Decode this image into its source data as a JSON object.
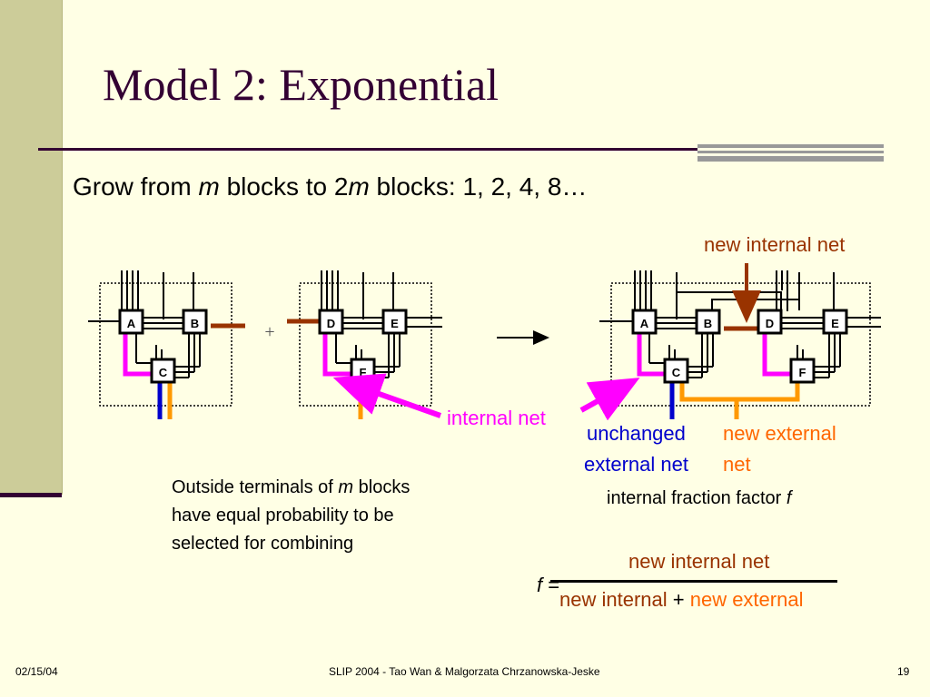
{
  "title": "Model 2: Exponential",
  "subtitle": {
    "part1": "Grow from ",
    "m": "m",
    "part2": " blocks to 2",
    "m2": "m",
    "part3": " blocks: 1, 2, 4, 8…"
  },
  "diagram": {
    "blocks_left": [
      "A",
      "B",
      "C"
    ],
    "blocks_middle": [
      "D",
      "E",
      "F"
    ],
    "blocks_right": [
      "A",
      "B",
      "C",
      "D",
      "E",
      "F"
    ],
    "plus": "+"
  },
  "labels": {
    "new_internal_net": "new internal net",
    "internal_net": "internal net",
    "unchanged_line1": "unchanged",
    "unchanged_line2": "external net",
    "new_external_line1": "new external",
    "new_external_line2": "net"
  },
  "description": {
    "text1": "Outside terminals of ",
    "m": "m",
    "text2": " blocks have equal probability to be selected for combining"
  },
  "formula": {
    "caption": "internal fraction factor ",
    "caption_var": "f",
    "lhs_var": "f",
    "lhs_eq": " =",
    "numerator": "new internal net",
    "denominator_a": "new internal",
    "denominator_plus": " + ",
    "denominator_b": "new external"
  },
  "footer": {
    "date": "02/15/04",
    "center": "SLIP 2004  - Tao Wan & Malgorzata Chrzanowska-Jeske",
    "page": "19"
  },
  "colors": {
    "background": "#ffffe5",
    "left_bar": "#cccc99",
    "title": "#330033",
    "magenta": "#ff00ff",
    "blue": "#0000cc",
    "orange": "#ff9900",
    "brown": "#993300"
  }
}
